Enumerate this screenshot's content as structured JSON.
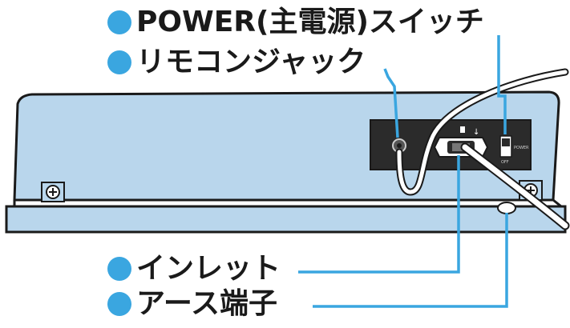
{
  "labels": {
    "power_switch": "POWER(主電源)スイッチ",
    "remote_jack": "リモコンジャック",
    "inlet": "インレット",
    "earth_terminal": "アース端子"
  },
  "panel_marks": {
    "power": "POWER",
    "off": "OFF"
  },
  "colors": {
    "device_body": "#b9d6ec",
    "outline": "#1a1a1a",
    "callout": "#3aa6e0",
    "panel": "#2b2b2b",
    "cable": "#ffffff"
  }
}
